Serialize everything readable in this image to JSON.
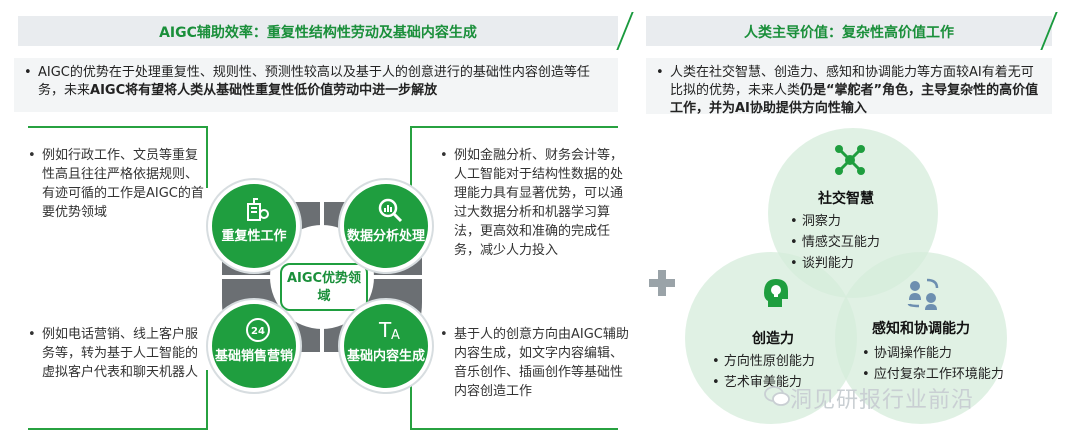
{
  "left": {
    "banner_title": "AIGC辅助效率：重复性结构性劳动及基础内容生成",
    "intro_plain": "AIGC的优势在于处理重复性、规则性、预测性较高以及基于人的创意进行的基础性内容创造等任务，未来",
    "intro_bold": "AIGC将有望将人类从基础性重复性低价值劳动中进一步解放",
    "center_label": "AIGC优势领域",
    "quadrants": [
      {
        "title": "重复性工作",
        "icon": "building-gear-icon",
        "text": "例如行政工作、文员等重复性高且往往严格依据规则、有迹可循的工作是AIGC的首要优势领域"
      },
      {
        "title": "数据分析处理",
        "icon": "magnifier-data-icon",
        "text": "例如金融分析、财务会计等，人工智能对于结构性数据的处理能力具有显著优势，可以通过大数据分析和机器学习算法，更高效和准确的完成任务，减少人力投入"
      },
      {
        "title": "基础销售营销",
        "icon": "phone-24-icon",
        "text": "例如电话营销、线上客户服务等，转为基于人工智能的虚拟客户代表和聊天机器人"
      },
      {
        "title": "基础内容生成",
        "icon": "text-TA-icon",
        "text": "基于人的创意方向由AIGC辅助内容生成，如文字内容编辑、音乐创作、插画创作等基础性内容创造工作"
      }
    ]
  },
  "right": {
    "banner_title": "人类主导价值：复杂性高价值工作",
    "intro_plain": "人类在社交智慧、创造力、感知和协调能力等方面较AI有着无可比拟的优势，未来人类",
    "intro_bold": "仍是“掌舵者”角色，主导复杂性的高价值工作，并为AI协助提供方向性输入",
    "circles": [
      {
        "title": "社交智慧",
        "icon": "network-people-icon",
        "items": [
          "洞察力",
          "情感交互能力",
          "谈判能力"
        ]
      },
      {
        "title": "创造力",
        "icon": "head-lightbulb-icon",
        "items": [
          "方向性原创能力",
          "艺术审美能力"
        ]
      },
      {
        "title": "感知和协调能力",
        "icon": "people-cycle-icon",
        "items": [
          "协调操作能力",
          "应付复杂工作环境能力"
        ]
      }
    ]
  },
  "watermark": "洞见研报行业前沿",
  "colors": {
    "green": "#1f9e3f",
    "banner_bg": "#e9ecef",
    "venn_fill": "#e8f3ea"
  }
}
